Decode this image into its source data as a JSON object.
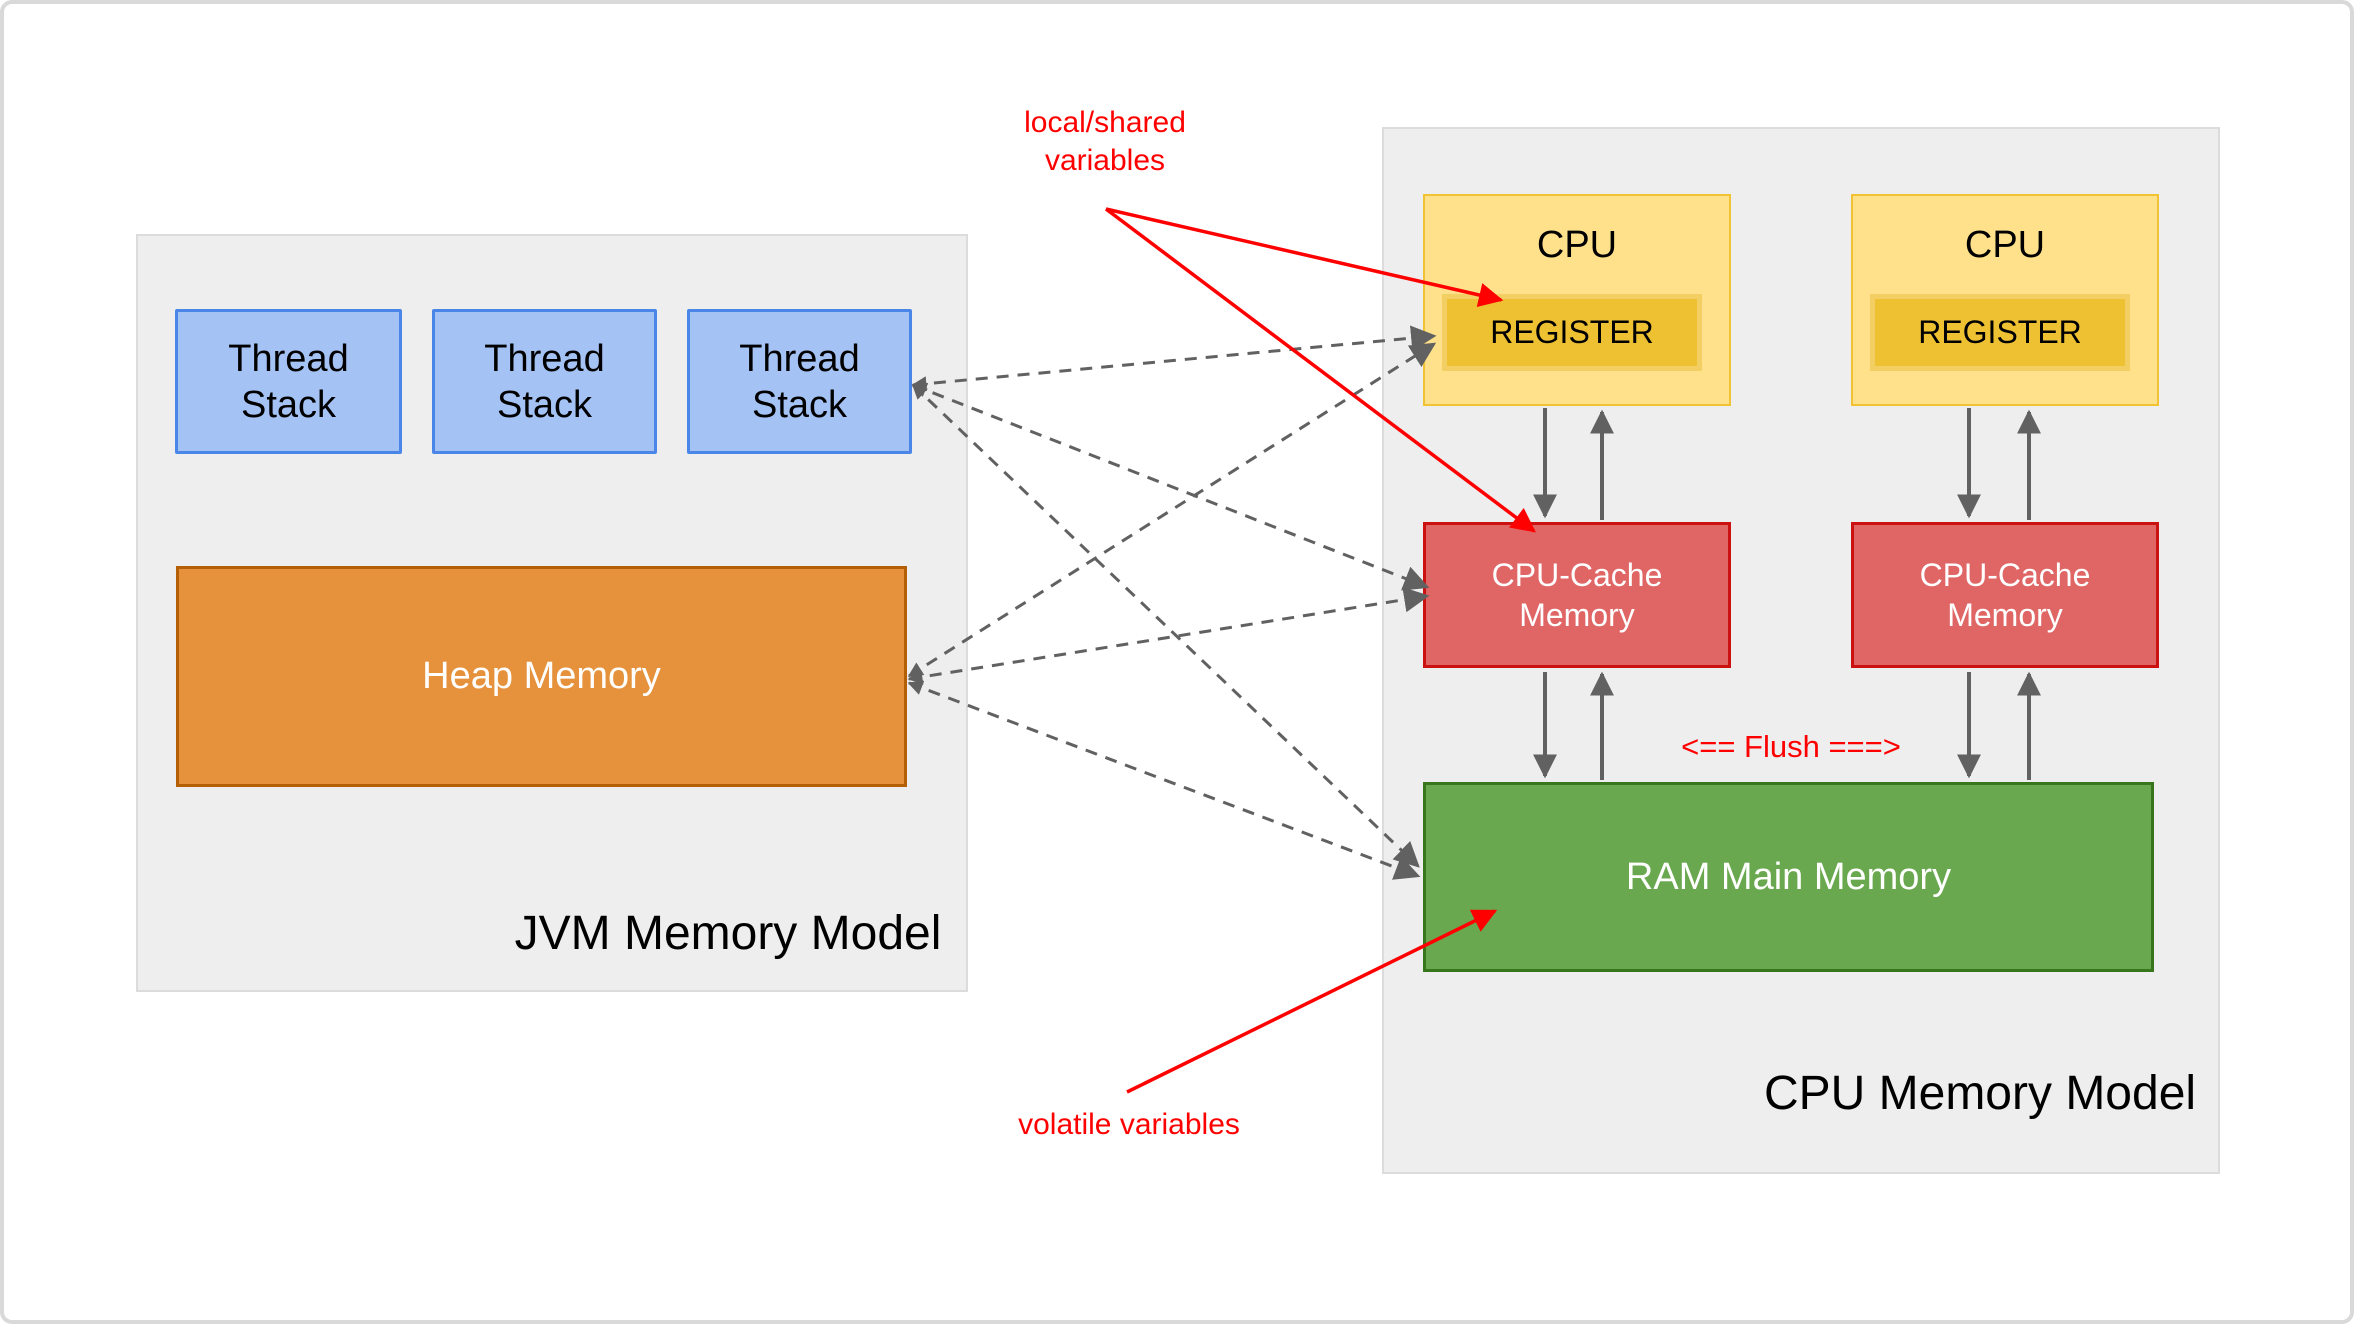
{
  "jvm": {
    "title": "JVM Memory Model",
    "thread_stacks": [
      "Thread\nStack",
      "Thread\nStack",
      "Thread\nStack"
    ],
    "heap_label": "Heap Memory"
  },
  "cpu": {
    "title": "CPU Memory Model",
    "cpu_labels": [
      "CPU",
      "CPU"
    ],
    "register_labels": [
      "REGISTER",
      "REGISTER"
    ],
    "cache_labels": [
      "CPU-Cache\nMemory",
      "CPU-Cache\nMemory"
    ],
    "ram_label": "RAM Main Memory",
    "flush_label": "<== Flush ===>"
  },
  "annotations": {
    "local_shared": "local/shared\nvariables",
    "volatile_vars": "volatile variables"
  },
  "colors": {
    "panel_fill": "#eeeeee",
    "panel_border": "#dcdcdc",
    "thread_stack_fill": "#a4c2f4",
    "thread_stack_border": "#4a86e8",
    "heap_fill": "#e6913c",
    "heap_border": "#b45f06",
    "cpu_fill": "#ffe18b",
    "cpu_border": "#f1c232",
    "register_fill": "#eec133",
    "cache_fill": "#e06666",
    "cache_border": "#cc1111",
    "ram_fill": "#6aa84f",
    "ram_border": "#38761d",
    "annotation_red": "#ff0000",
    "connector_gray": "#616161"
  }
}
